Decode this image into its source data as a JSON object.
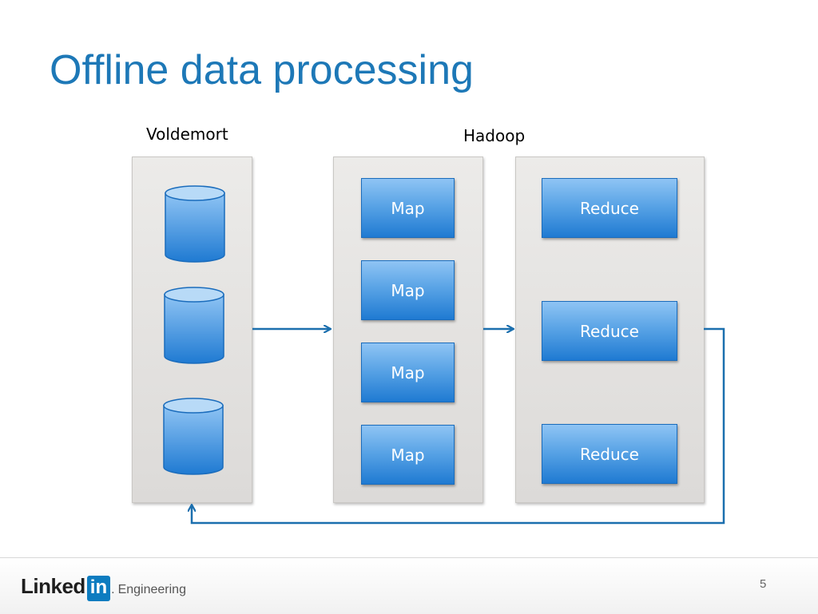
{
  "slide": {
    "title": "Offline data processing",
    "page_number": "5"
  },
  "groups": {
    "voldemort_label": "Voldemort",
    "hadoop_label": "Hadoop"
  },
  "map_boxes": [
    "Map",
    "Map",
    "Map",
    "Map"
  ],
  "reduce_boxes": [
    "Reduce",
    "Reduce",
    "Reduce"
  ],
  "footer": {
    "logo_text": "Linked",
    "logo_in": "in",
    "logo_dot": ".",
    "subtitle": "Engineering"
  },
  "colors": {
    "title": "#1d78b7",
    "box_blue": "#1f7ad2",
    "arrow": "#1b6fae",
    "panel": "#e4e2e0"
  },
  "icons": [
    "database-icon",
    "arrow-icon",
    "linkedin-logo"
  ]
}
